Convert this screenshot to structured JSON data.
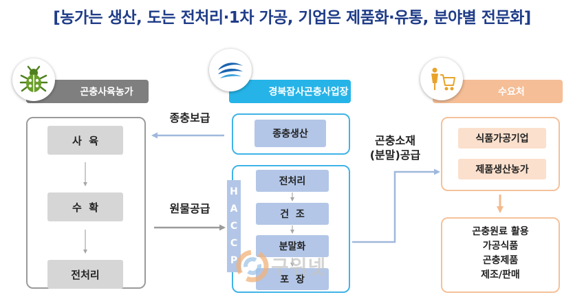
{
  "title": "[농가는 생산, 도는 전처리·1차 가공, 기업은 제품화·유통, 분야별 전문화]",
  "columns": {
    "left": {
      "header": "곤충사육농가",
      "icon": "beetle-icon",
      "steps": [
        "사  육",
        "수  확",
        "전처리"
      ]
    },
    "middle": {
      "header": "경북잠사곤충사업장",
      "icon": "agency-logo-icon",
      "breeding": "종충생산",
      "processing_steps": [
        "전처리",
        "건  조",
        "분말화",
        "포  장"
      ],
      "haccp": [
        "H",
        "A",
        "C",
        "C",
        "P"
      ]
    },
    "right": {
      "header": "수요처",
      "icon": "shopping-cart-icon",
      "buyers": [
        "식품가공기업",
        "제품생산농가"
      ],
      "uses": [
        "곤충원료 활용",
        "가공식품",
        "곤충제품",
        "제조/판매"
      ]
    }
  },
  "flows": {
    "seed_supply": "종충보급",
    "raw_supply": "원물공급",
    "material_supply_line1": "곤충소재",
    "material_supply_line2": "(분말)공급"
  },
  "watermark": "구위넷",
  "colors": {
    "title": "#1f3c88",
    "left_header": "#7f7f7f",
    "middle_header": "#26b4e8",
    "right_header": "#f5be96",
    "step_gray": "#d6d6d6",
    "step_blue": "#b3c6e7",
    "step_peach": "#fbe0cd"
  }
}
